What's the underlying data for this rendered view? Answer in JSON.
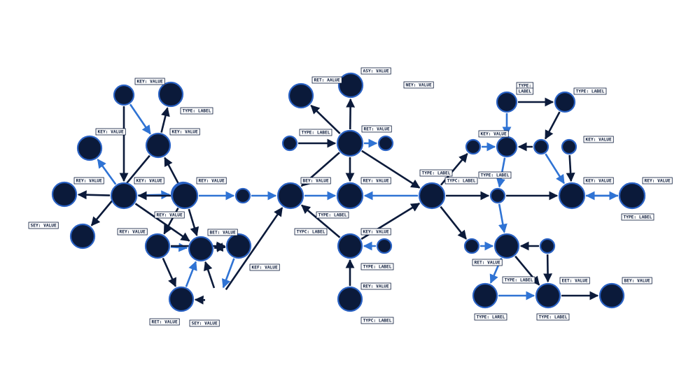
{
  "colors": {
    "background": "#ffffff",
    "node_fill": "#0b1a3a",
    "node_ring": "#2a62c4",
    "edge_dark": "#0b1a3a",
    "edge_blue": "#2f73d4"
  },
  "nodes": [
    {
      "id": "a1"
    },
    {
      "id": "a2"
    },
    {
      "id": "a3"
    },
    {
      "id": "a4"
    },
    {
      "id": "a5"
    },
    {
      "id": "a6"
    },
    {
      "id": "a7"
    },
    {
      "id": "a8"
    },
    {
      "id": "a9"
    },
    {
      "id": "a10"
    },
    {
      "id": "a11"
    },
    {
      "id": "a12"
    },
    {
      "id": "a13"
    },
    {
      "id": "a14"
    },
    {
      "id": "b1"
    },
    {
      "id": "b2"
    },
    {
      "id": "b3"
    },
    {
      "id": "b4"
    },
    {
      "id": "b5"
    },
    {
      "id": "b6"
    },
    {
      "id": "b7"
    },
    {
      "id": "b8"
    },
    {
      "id": "b9"
    },
    {
      "id": "b10"
    },
    {
      "id": "b11"
    },
    {
      "id": "c1"
    },
    {
      "id": "c2"
    },
    {
      "id": "c3"
    },
    {
      "id": "c4"
    },
    {
      "id": "c5"
    },
    {
      "id": "c6"
    },
    {
      "id": "c7"
    },
    {
      "id": "c8"
    },
    {
      "id": "c9"
    },
    {
      "id": "c10"
    },
    {
      "id": "c11"
    },
    {
      "id": "c12"
    },
    {
      "id": "c13"
    },
    {
      "id": "c14"
    },
    {
      "id": "c15"
    },
    {
      "id": "c16"
    },
    {
      "id": "c17"
    }
  ],
  "edges": [
    {
      "from": "a1",
      "to": "a5",
      "color": "blue"
    },
    {
      "from": "a1",
      "to": "a6",
      "color": "dark"
    },
    {
      "from": "a5",
      "to": "a4",
      "color": "dark"
    },
    {
      "from": "a5",
      "to": "a2",
      "color": "dark"
    },
    {
      "from": "a6",
      "to": "a3",
      "color": "blue"
    },
    {
      "from": "a6",
      "to": "a7",
      "color": "dark"
    },
    {
      "from": "a6",
      "to": "a8",
      "color": "blue"
    },
    {
      "from": "a9",
      "to": "a6",
      "color": "dark"
    },
    {
      "from": "a9",
      "to": "a5",
      "color": "dark"
    },
    {
      "from": "a9",
      "to": "a10",
      "color": "blue"
    },
    {
      "from": "a9",
      "to": "a11",
      "color": "dark"
    },
    {
      "from": "a9",
      "to": "a12",
      "color": "dark"
    },
    {
      "from": "a6",
      "to": "a12",
      "color": "dark"
    },
    {
      "from": "a10",
      "to": "b1",
      "color": "blue"
    },
    {
      "from": "a11",
      "to": "a12",
      "color": "blue"
    },
    {
      "from": "a11",
      "to": "a14",
      "color": "dark"
    },
    {
      "from": "a11",
      "to": "a13",
      "color": "dark"
    },
    {
      "from": "a13",
      "to": "a12",
      "color": "blue"
    },
    {
      "from": "a14",
      "to": "a12",
      "color": "dark"
    },
    {
      "from": "a15",
      "to": "a12",
      "color": "dark"
    },
    {
      "from": "a15",
      "to": "a13",
      "color": "dark"
    },
    {
      "from": "a12",
      "to": "a14",
      "color": "dark"
    },
    {
      "from": "a15",
      "to": "b1",
      "color": "dark"
    },
    {
      "from": "a14",
      "to": "a15",
      "color": "blue"
    },
    {
      "from": "b5",
      "to": "b1",
      "color": "dark"
    },
    {
      "from": "b4",
      "to": "b5",
      "color": "dark"
    },
    {
      "from": "b5",
      "to": "b6",
      "color": "blue"
    },
    {
      "from": "b5",
      "to": "b7",
      "color": "dark"
    },
    {
      "from": "b5",
      "to": "b2",
      "color": "dark"
    },
    {
      "from": "b5",
      "to": "b3",
      "color": "dark"
    },
    {
      "from": "b5",
      "to": "c1",
      "color": "dark"
    },
    {
      "from": "b9",
      "to": "b7",
      "color": "dark"
    },
    {
      "from": "b10",
      "to": "b8",
      "color": "blue"
    },
    {
      "from": "b8",
      "to": "b1",
      "color": "dark"
    },
    {
      "from": "b11",
      "to": "b8",
      "color": "dark"
    },
    {
      "from": "b8",
      "to": "c1",
      "color": "dark"
    },
    {
      "from": "c1",
      "to": "b7",
      "color": "blue"
    },
    {
      "from": "b1",
      "to": "b7",
      "color": "blue"
    },
    {
      "from": "c1",
      "to": "c2",
      "color": "dark"
    },
    {
      "from": "c1",
      "to": "c7",
      "color": "dark"
    },
    {
      "from": "c1",
      "to": "c10",
      "color": "dark"
    },
    {
      "from": "c2",
      "to": "c3",
      "color": "blue"
    },
    {
      "from": "c4",
      "to": "c3",
      "color": "dark"
    },
    {
      "from": "c5",
      "to": "c6",
      "color": "dark"
    },
    {
      "from": "c5",
      "to": "c3",
      "color": "blue"
    },
    {
      "from": "c6",
      "to": "c4",
      "color": "dark"
    },
    {
      "from": "c4",
      "to": "c8",
      "color": "blue"
    },
    {
      "from": "c9",
      "to": "c8",
      "color": "dark"
    },
    {
      "from": "c7",
      "to": "c8",
      "color": "dark"
    },
    {
      "from": "c3",
      "to": "c7",
      "color": "blue"
    },
    {
      "from": "c7",
      "to": "c11",
      "color": "blue"
    },
    {
      "from": "c8",
      "to": "c15",
      "color": "blue"
    },
    {
      "from": "c12",
      "to": "c11",
      "color": "dark"
    },
    {
      "from": "c13",
      "to": "c8",
      "color": "blue"
    },
    {
      "from": "c11",
      "to": "c14",
      "color": "blue"
    },
    {
      "from": "c11",
      "to": "c16",
      "color": "dark"
    },
    {
      "from": "c14",
      "to": "c16",
      "color": "blue"
    },
    {
      "from": "c16",
      "to": "c17",
      "color": "dark"
    },
    {
      "from": "c12",
      "to": "c16",
      "color": "dark"
    },
    {
      "from": "c15",
      "to": "c13",
      "color": "dark"
    },
    {
      "from": "c10",
      "to": "c11",
      "color": "blue"
    }
  ],
  "labels": [
    {
      "text": "KEY: VALUE"
    },
    {
      "text": "TYPE: LABEL"
    },
    {
      "text": "KEY: VALUE"
    },
    {
      "text": "KEY: VALUE"
    },
    {
      "text": "REY: VALUE"
    },
    {
      "text": "KEY: VALUE"
    },
    {
      "text": "REY: VALUE"
    },
    {
      "text": "REY: VALUE"
    },
    {
      "text": "SEY: VALUE"
    },
    {
      "text": "REY: VALUE"
    },
    {
      "text": "BET: VALUE"
    },
    {
      "text": "KEF: VALUE"
    },
    {
      "text": "RET: VALUE"
    },
    {
      "text": "SEY: VALUE"
    },
    {
      "text": "RET: AALUE"
    },
    {
      "text": "ASY: VALUE"
    },
    {
      "text": "NEY: VALUE"
    },
    {
      "text": "TYPE: LABEL"
    },
    {
      "text": "RET: VALUE"
    },
    {
      "text": "BEY: VALUE"
    },
    {
      "text": "REY: VALUE"
    },
    {
      "text": "TYPE: LABEL"
    },
    {
      "text": "TYPC: LABEL"
    },
    {
      "text": "KEY: VALUE"
    },
    {
      "text": "TYPE: LABEL"
    },
    {
      "text": "REY: VALUE"
    },
    {
      "text": "TYPC: LABEL"
    },
    {
      "text": "TYPE: LABEL"
    },
    {
      "text": "TYPC: LABEL"
    },
    {
      "text": "TYPE:"
    },
    {
      "text": "LABEL"
    },
    {
      "text": "TYPE: LABEL"
    },
    {
      "text": "KEY: VALUE"
    },
    {
      "text": "TYPE: LABEL"
    },
    {
      "text": "KEY: VALUE"
    },
    {
      "text": "KEY: VALUE"
    },
    {
      "text": "REY: VALUE"
    },
    {
      "text": "TYPE: LABEL"
    },
    {
      "text": "RET: VALUE"
    },
    {
      "text": "TYPE: LABEL"
    },
    {
      "text": "EET: VALUE"
    },
    {
      "text": "BEY: VALUE"
    },
    {
      "text": "TYPE: LAREL"
    },
    {
      "text": "TYPE: LABEL"
    }
  ]
}
